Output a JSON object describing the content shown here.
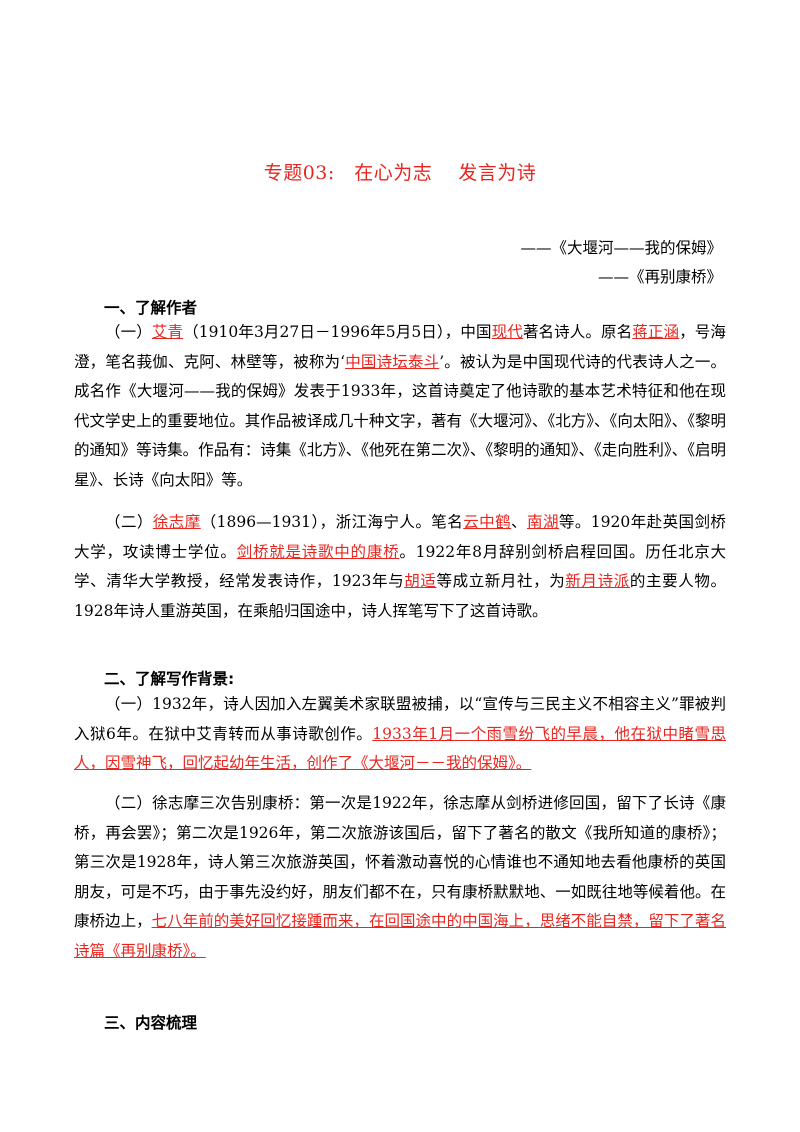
{
  "title": "专题03:　在心为志　 发言为诗",
  "subtitles": [
    "——《大堰河——我的保姆》",
    "——《再别康桥》"
  ],
  "section1": {
    "heading": "一、了解作者",
    "p1": [
      {
        "t": "（一）"
      },
      {
        "t": "艾青",
        "hl": true
      },
      {
        "t": "（1910年3月27日－1996年5月5日），中国"
      },
      {
        "t": "现代",
        "hl": true
      },
      {
        "t": "著名诗人。原名"
      },
      {
        "t": "蒋正涵",
        "hl": true
      },
      {
        "t": "，号海澄，笔名莪伽、克阿、林壁等，被称为‘"
      },
      {
        "t": "中国诗坛泰斗",
        "hl": true
      },
      {
        "t": "’。被认为是中国现代诗的代表诗人之一。成名作《大堰河——我的保姆》发表于1933年，这首诗奠定了他诗歌的基本艺术特征和他在现代文学史上的重要地位。其作品被译成几十种文字，著有《大堰河》、《北方》、《向太阳》、《黎明的通知》等诗集。作品有：诗集《北方》、《他死在第二次》、《黎明的通知》、《走向胜利》、《启明星》、长诗《向太阳》等。"
      }
    ],
    "p2": [
      {
        "t": "（二）"
      },
      {
        "t": "徐志摩",
        "hl": true
      },
      {
        "t": "（1896—1931），浙江海宁人。笔名"
      },
      {
        "t": "云中鹤",
        "hl": true
      },
      {
        "t": "、"
      },
      {
        "t": "南湖",
        "hl": true
      },
      {
        "t": "等。1920年赴英国剑桥大学，攻读博士学位。"
      },
      {
        "t": "剑桥就是诗歌中的康桥",
        "hl": true
      },
      {
        "t": "。1922年8月辞别剑桥启程回国。历任北京大学、清华大学教授，经常发表诗作，1923年与"
      },
      {
        "t": "胡适",
        "hl": true
      },
      {
        "t": "等成立新月社，为"
      },
      {
        "t": "新月诗派",
        "hl": true
      },
      {
        "t": "的主要人物。1928年诗人重游英国，在乘船归国途中，诗人挥笔写下了这首诗歌。"
      }
    ]
  },
  "section2": {
    "heading": "二、了解写作背景:",
    "p1": [
      {
        "t": "（一）1932年，诗人因加入左翼美术家联盟被捕，以“宣传与三民主义不相容主义”罪被判入狱6年。在狱中艾青转而从事诗歌创作。"
      },
      {
        "t": "1933年1月一个雨雪纷飞的早晨，他在狱中睹雪思人，因雪神飞，回忆起幼年生活，创作了《大堰河－－我的保姆》。",
        "hl": true
      }
    ],
    "p2": [
      {
        "t": "（二）徐志摩三次告别康桥：第一次是1922年，徐志摩从剑桥进修回国，留下了长诗《康桥，再会罢》；第二次是1926年，第二次旅游该国后，留下了著名的散文《我所知道的康桥》；第三次是1928年，诗人第三次旅游英国，怀着激动喜悦的心情谁也不通知地去看他康桥的英国朋友，可是不巧，由于事先没约好，朋友们都不在，只有康桥默默地、一如既往地等候着他。在康桥边上，"
      },
      {
        "t": "七八年前的美好回忆接踵而来，在回国途中的中国海上，思绪不能自禁，留下了著名诗篇《再别康桥》。",
        "hl": true
      }
    ]
  },
  "section3": {
    "heading": "三、内容梳理"
  }
}
